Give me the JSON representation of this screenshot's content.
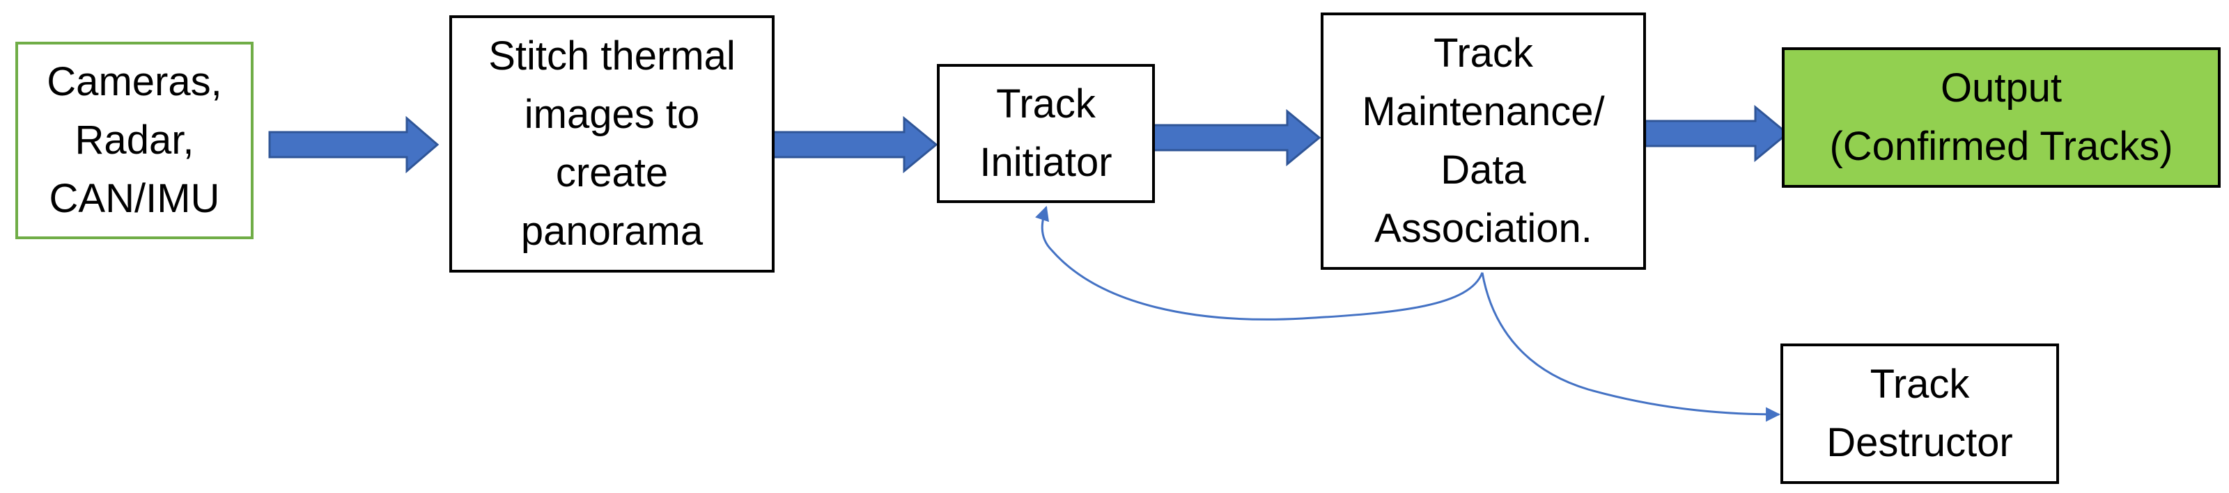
{
  "colors": {
    "arrow_fill": "#4472C4",
    "arrow_stroke": "#2F5597",
    "connector": "#4472C4",
    "input_border": "#70AD47",
    "output_fill": "#92D050",
    "box_border": "#000000",
    "text": "#000000"
  },
  "nodes": {
    "inputs": {
      "label": "Cameras,\nRadar,\nCAN/IMU"
    },
    "stitch": {
      "label": "Stitch thermal\nimages to\ncreate\npanorama"
    },
    "initiator": {
      "label": "Track\nInitiator"
    },
    "maintenance": {
      "label": "Track\nMaintenance/\nData\nAssociation."
    },
    "output": {
      "label": "Output\n(Confirmed Tracks)"
    },
    "destructor": {
      "label": "Track\nDestructor"
    }
  }
}
